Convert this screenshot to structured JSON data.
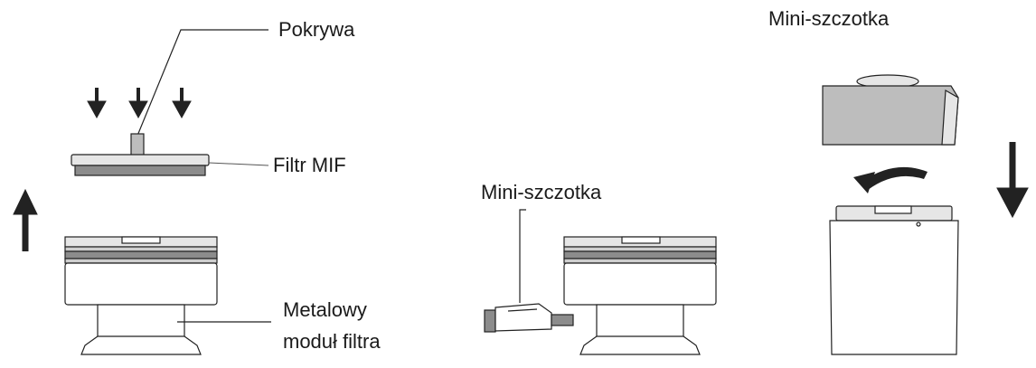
{
  "labels": {
    "cover": "Pokrywa",
    "filter": "Filtr MIF",
    "metal_module_line1": "Metalowy",
    "metal_module_line2": "moduł filtra",
    "brush_middle": "Mini-szczotka",
    "brush_right": "Mini-szczotka"
  },
  "colors": {
    "stroke": "#222222",
    "fill_light": "#e6e6e6",
    "fill_mid": "#cfcfcf",
    "fill_dark": "#8c8c8c",
    "fill_panel": "#bdbdbd",
    "background": "#ffffff"
  }
}
